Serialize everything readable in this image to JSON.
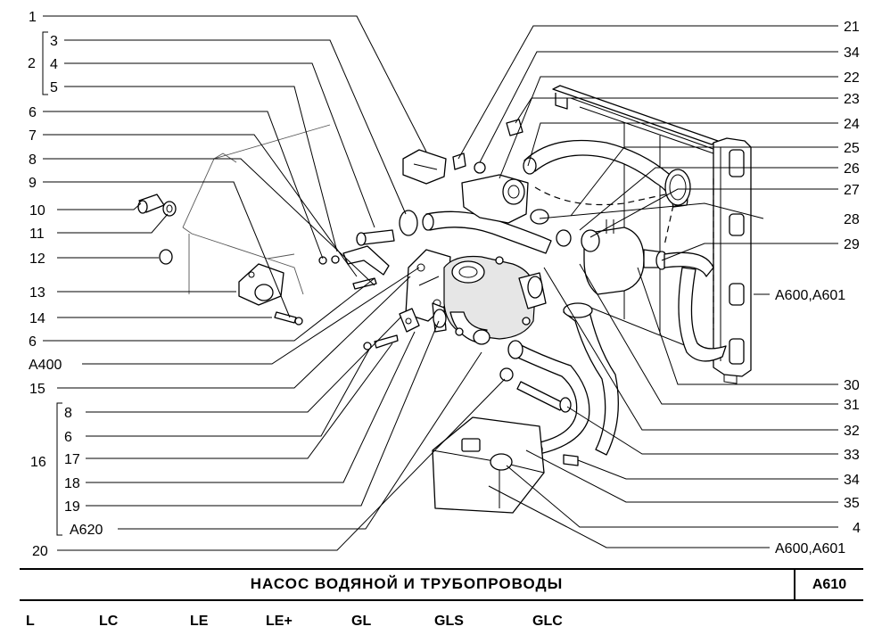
{
  "left_callouts": [
    {
      "text": "1"
    },
    {
      "text": "3"
    },
    {
      "text": "4"
    },
    {
      "text": "5"
    },
    {
      "text": "6"
    },
    {
      "text": "7"
    },
    {
      "text": "8"
    },
    {
      "text": "9"
    },
    {
      "text": "10"
    },
    {
      "text": "11"
    },
    {
      "text": "12"
    },
    {
      "text": "13"
    },
    {
      "text": "14"
    },
    {
      "text": "6"
    },
    {
      "text": "A400"
    },
    {
      "text": "15"
    },
    {
      "text": "8"
    },
    {
      "text": "6"
    },
    {
      "text": "17"
    },
    {
      "text": "18"
    },
    {
      "text": "19"
    },
    {
      "text": "A620"
    },
    {
      "text": "20"
    }
  ],
  "group_labels": [
    {
      "text": "2"
    },
    {
      "text": "16"
    }
  ],
  "right_callouts": [
    {
      "text": "21"
    },
    {
      "text": "34"
    },
    {
      "text": "22"
    },
    {
      "text": "23"
    },
    {
      "text": "24"
    },
    {
      "text": "25"
    },
    {
      "text": "26"
    },
    {
      "text": "27"
    },
    {
      "text": "28"
    },
    {
      "text": "29"
    },
    {
      "text": "A600,A601"
    },
    {
      "text": "30"
    },
    {
      "text": "31"
    },
    {
      "text": "32"
    },
    {
      "text": "33"
    },
    {
      "text": "34"
    },
    {
      "text": "35"
    },
    {
      "text": "4"
    },
    {
      "text": "A600,A601"
    }
  ],
  "footer": {
    "title": "НАСОС ВОДЯНОЙ И ТРУБОПРОВОДЫ",
    "code": "A610"
  },
  "trim_levels": [
    "L",
    "LC",
    "LE",
    "LE+",
    "GL",
    "GLS",
    "GLC"
  ]
}
